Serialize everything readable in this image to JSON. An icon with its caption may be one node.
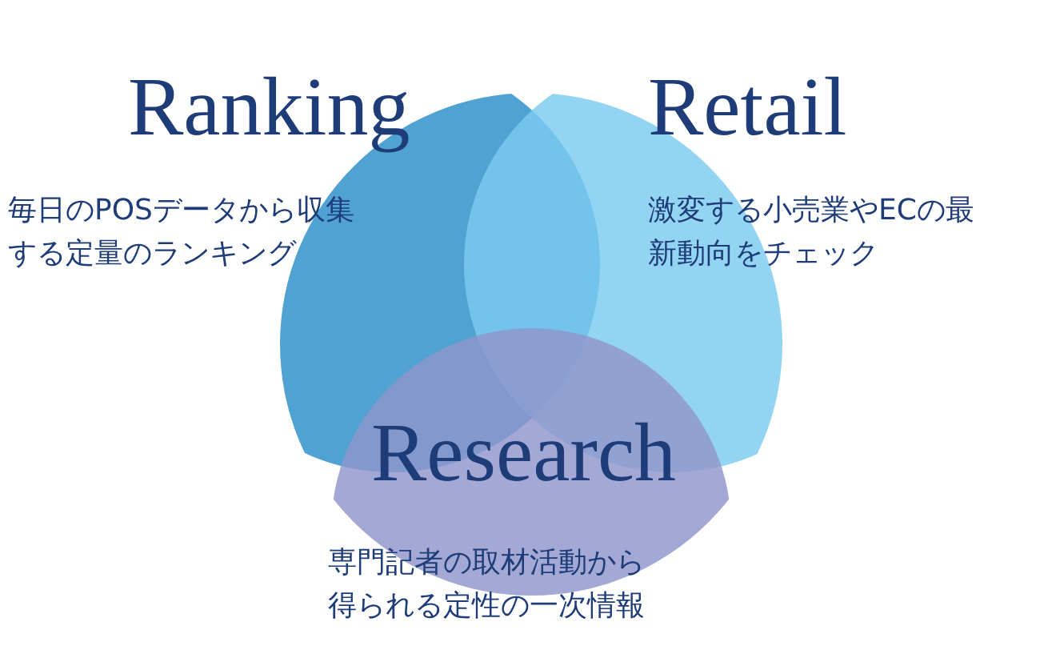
{
  "diagram": {
    "nodes": [
      {
        "text": [
          "Ranking",
          "毎日のPOSデータから収集する定量のランキング"
        ]
      },
      {
        "text": [
          "Retail",
          "激変する小売業やECの最新動向をチェック"
        ]
      },
      {
        "text": [
          "Research",
          "専門記者の取材活動から得られる定性の一次情報"
        ]
      }
    ]
  }
}
